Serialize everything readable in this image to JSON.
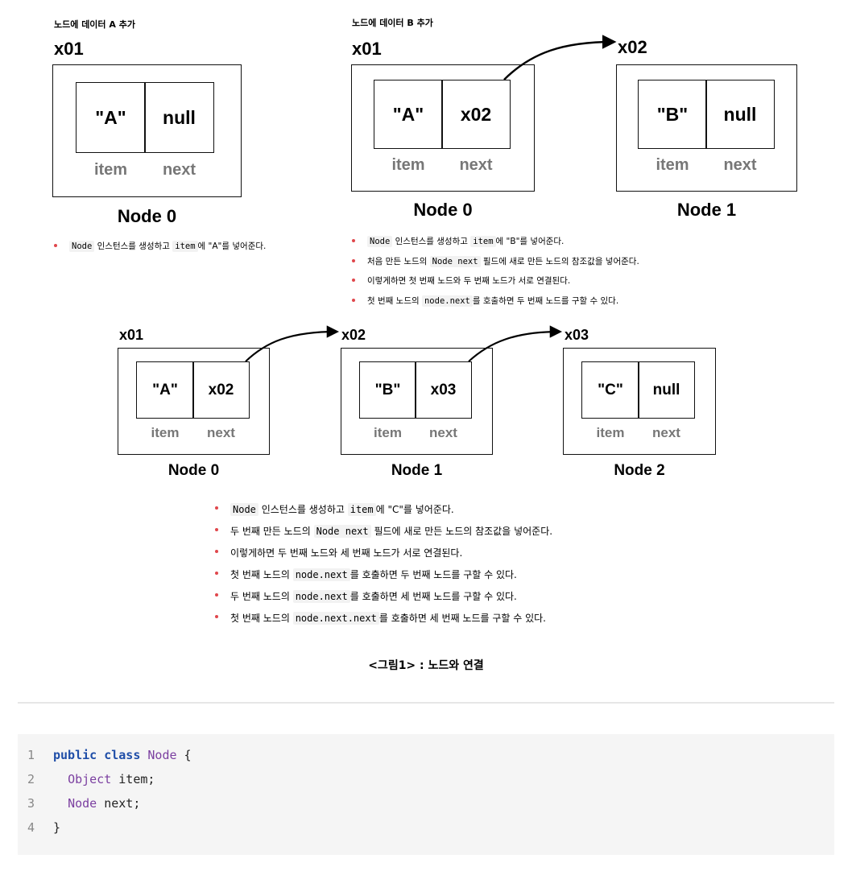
{
  "diagram_a": {
    "title": "노드에 데이터 A 추가",
    "address": "x01",
    "item_value": "\"A\"",
    "next_value": "null",
    "item_label": "item",
    "next_label": "next",
    "node_name": "Node 0",
    "notes": [
      {
        "code": "Node",
        "text": " 인스턴스를 생성하고 ",
        "code2": "item",
        "text2": "에 \"A\"를 넣어준다."
      }
    ]
  },
  "diagram_b": {
    "title": "노드에 데이터 B 추가",
    "nodes": [
      {
        "address": "x01",
        "item_value": "\"A\"",
        "next_value": "x02",
        "item_label": "item",
        "next_label": "next",
        "node_name": "Node 0"
      },
      {
        "address": "x02",
        "item_value": "\"B\"",
        "next_value": "null",
        "item_label": "item",
        "next_label": "next",
        "node_name": "Node 1"
      }
    ],
    "notes": [
      {
        "code": "Node",
        "text": " 인스턴스를 생성하고 ",
        "code2": "item",
        "text2": "에 \"B\"를 넣어준다."
      },
      {
        "text": "처음 만든 노드의 ",
        "code": "Node next",
        "text2": " 필드에 새로 만든 노드의 참조값을 넣어준다."
      },
      {
        "text": "이렇게하면 첫 번째 노드와 두 번째 노드가 서로 연결된다."
      },
      {
        "text": "첫 번째 노드의 ",
        "code": "node.next",
        "text2": "를 호출하면 두 번째 노드를 구할 수 있다."
      }
    ]
  },
  "diagram_c": {
    "nodes": [
      {
        "address": "x01",
        "item_value": "\"A\"",
        "next_value": "x02",
        "item_label": "item",
        "next_label": "next",
        "node_name": "Node 0"
      },
      {
        "address": "x02",
        "item_value": "\"B\"",
        "next_value": "x03",
        "item_label": "item",
        "next_label": "next",
        "node_name": "Node 1"
      },
      {
        "address": "x03",
        "item_value": "\"C\"",
        "next_value": "null",
        "item_label": "item",
        "next_label": "next",
        "node_name": "Node 2"
      }
    ],
    "notes": [
      {
        "code": "Node",
        "text": " 인스턴스를 생성하고 ",
        "code2": "item",
        "text2": "에 \"C\"를 넣어준다."
      },
      {
        "text": "두 번째 만든 노드의 ",
        "code": "Node next",
        "text2": " 필드에 새로 만든 노드의 참조값을 넣어준다."
      },
      {
        "text": "이렇게하면 두 번째 노드와 세 번째 노드가 서로 연결된다."
      },
      {
        "text": "첫 번째 노드의 ",
        "code": "node.next",
        "text2": "를 호출하면 두 번째 노드를 구할 수 있다."
      },
      {
        "text": "두 번째 노드의 ",
        "code": "node.next",
        "text2": "를 호출하면 세 번째 노드를 구할 수 있다."
      },
      {
        "text": "첫 번째 노드의 ",
        "code": "node.next.next",
        "text2": "를 호출하면 세 번째 노드를 구할 수 있다."
      }
    ]
  },
  "caption": "<그림1> : 노드와 연결",
  "code": {
    "lines": [
      {
        "num": "1",
        "kw": "public class",
        "ty": "Node",
        "rest": " {"
      },
      {
        "num": "2",
        "kw": "",
        "ty": "Object",
        "rest": " item;"
      },
      {
        "num": "3",
        "kw": "",
        "ty": "Node",
        "rest": " next;"
      },
      {
        "num": "4",
        "kw": "",
        "ty": "",
        "rest": "}"
      }
    ]
  }
}
